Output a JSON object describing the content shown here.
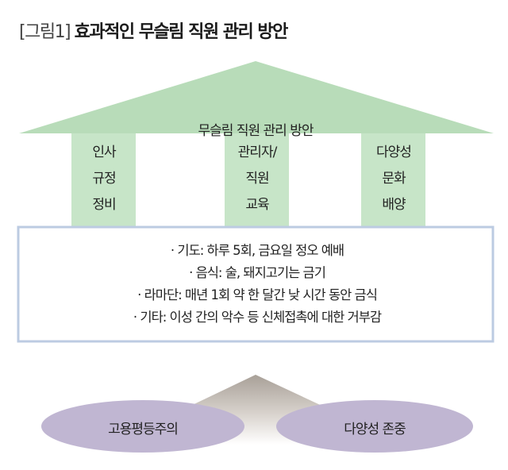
{
  "title": {
    "prefix": "[그림1]",
    "text": "효과적인 무슬림 직원 관리 방안"
  },
  "roof": {
    "label": "무슬림 직원 관리 방안"
  },
  "pillars": [
    {
      "lines": [
        "인사",
        "규정",
        "정비"
      ]
    },
    {
      "lines": [
        "관리자/",
        "직원",
        "교육"
      ]
    },
    {
      "lines": [
        "다양성",
        "문화",
        "배양"
      ]
    }
  ],
  "foundation": {
    "items": [
      "· 기도:  하루 5회, 금요일 정오 예배",
      "· 음식: 술, 돼지고기는 금기",
      "· 라마단: 매년 1회 약 한 달간 낮 시간 동안 금식",
      "· 기타: 이성 간의 악수 등 신체접촉에 대한 거부감"
    ]
  },
  "bases": [
    {
      "label": "고용평등주의"
    },
    {
      "label": "다양성 존중"
    }
  ],
  "colors": {
    "roof": "#b8dcb9",
    "pillar": "#c7e5c8",
    "box_border": "#bccbe2",
    "ellipse": "#c0b6d2",
    "arrow": "#a8a098"
  }
}
